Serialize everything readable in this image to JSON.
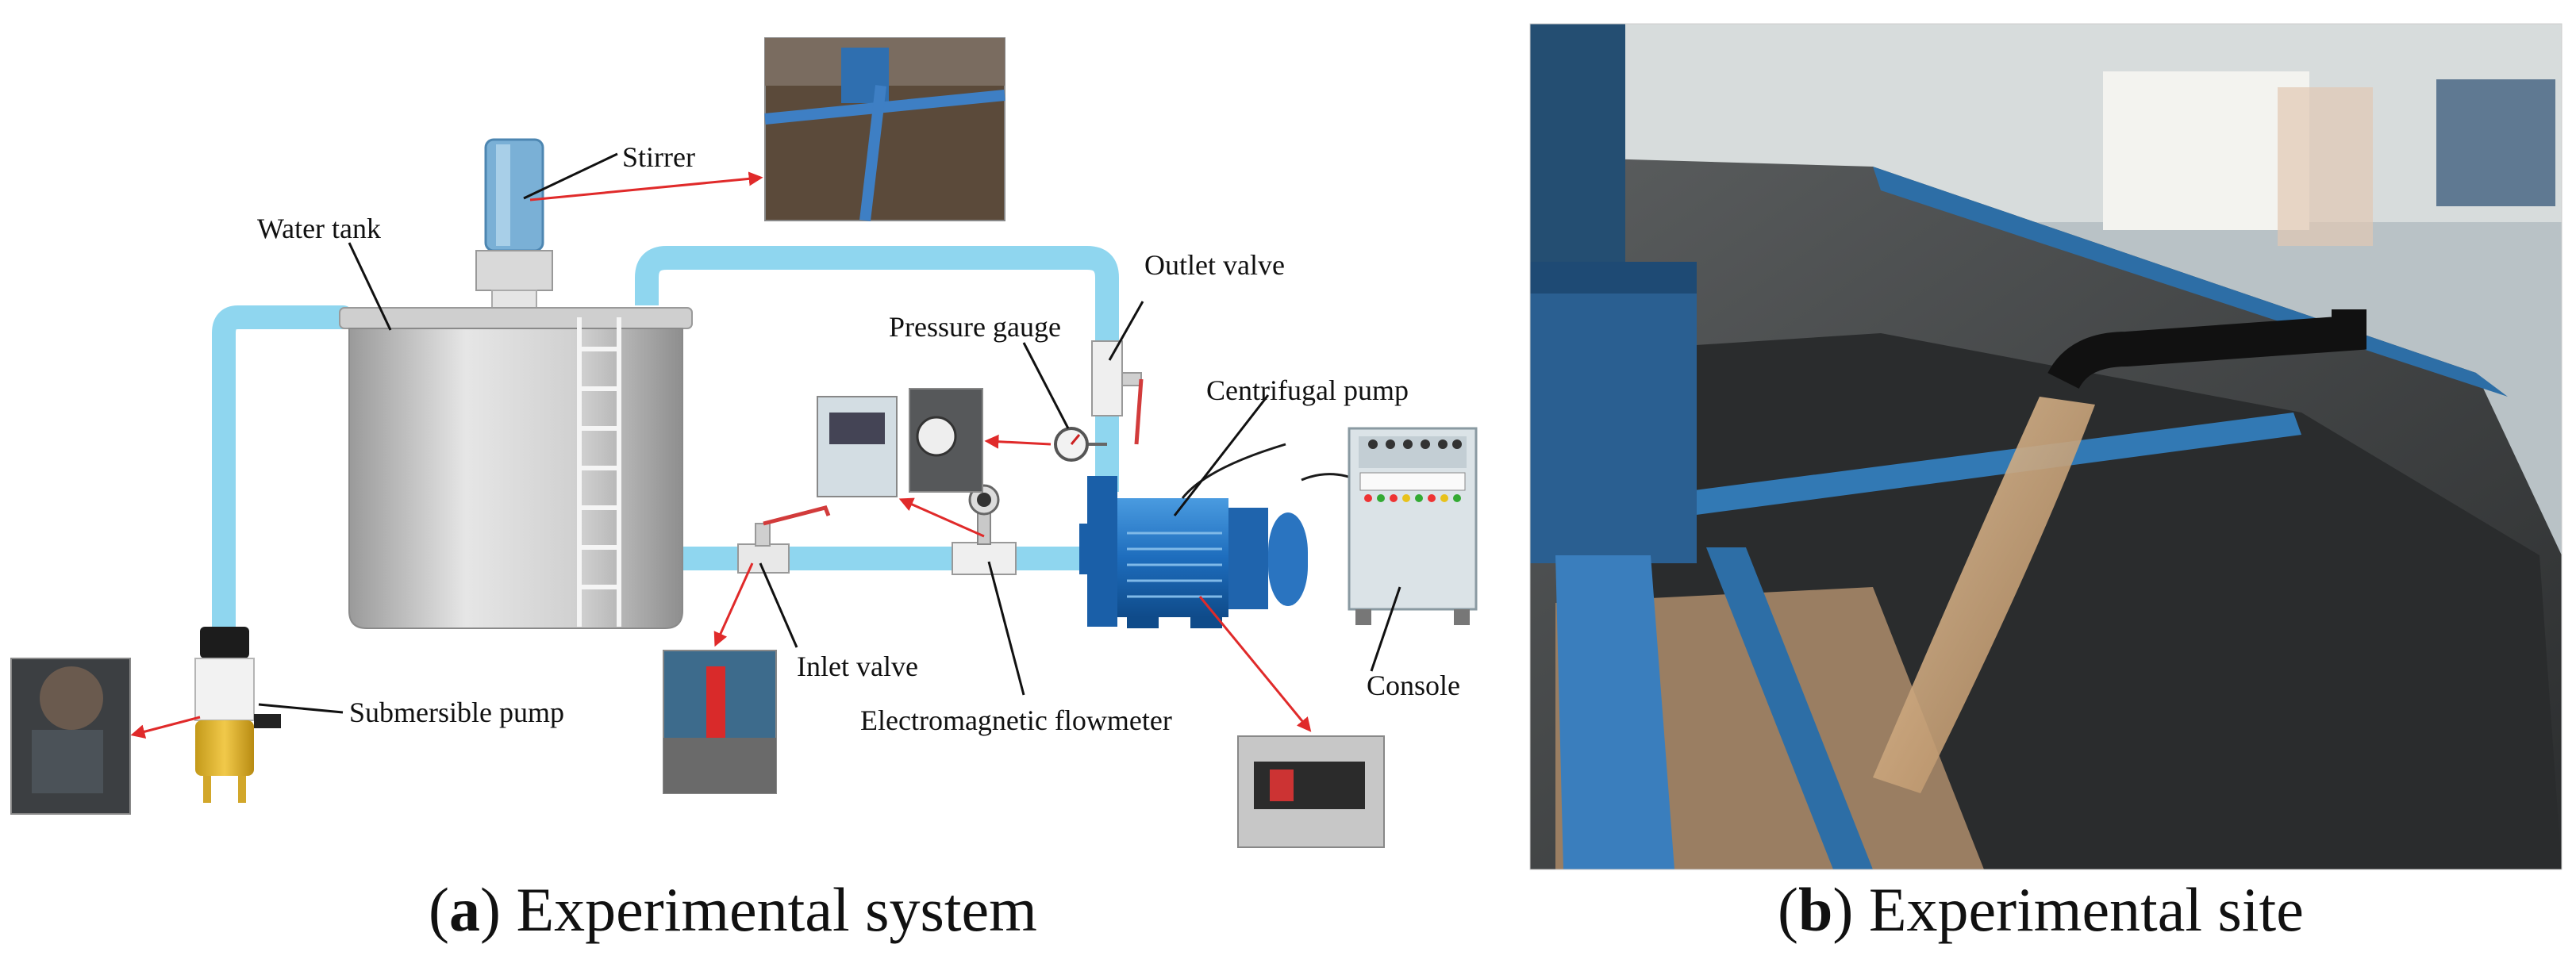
{
  "panels": {
    "a": {
      "caption_letter": "a",
      "caption_text": "Experimental system",
      "labels": {
        "stirrer": "Stirrer",
        "water_tank": "Water tank",
        "outlet_valve": "Outlet valve",
        "pressure_gauge": "Pressure gauge",
        "centrifugal_pump": "Centrifugal pump",
        "inlet_valve": "Inlet valve",
        "submersible_pump": "Submersible pump",
        "electromagnetic_flowmeter": "Electromagnetic flowmeter",
        "console": "Console"
      }
    },
    "b": {
      "caption_letter": "b",
      "caption_text": "Experimental site"
    }
  },
  "colors": {
    "pipe": "#8fd6ef",
    "pump_blue": "#1f6fbf",
    "tank_gray": "#c9c9c9",
    "arrow_red": "#e02a2a",
    "console_gray": "#cfd8dd"
  }
}
